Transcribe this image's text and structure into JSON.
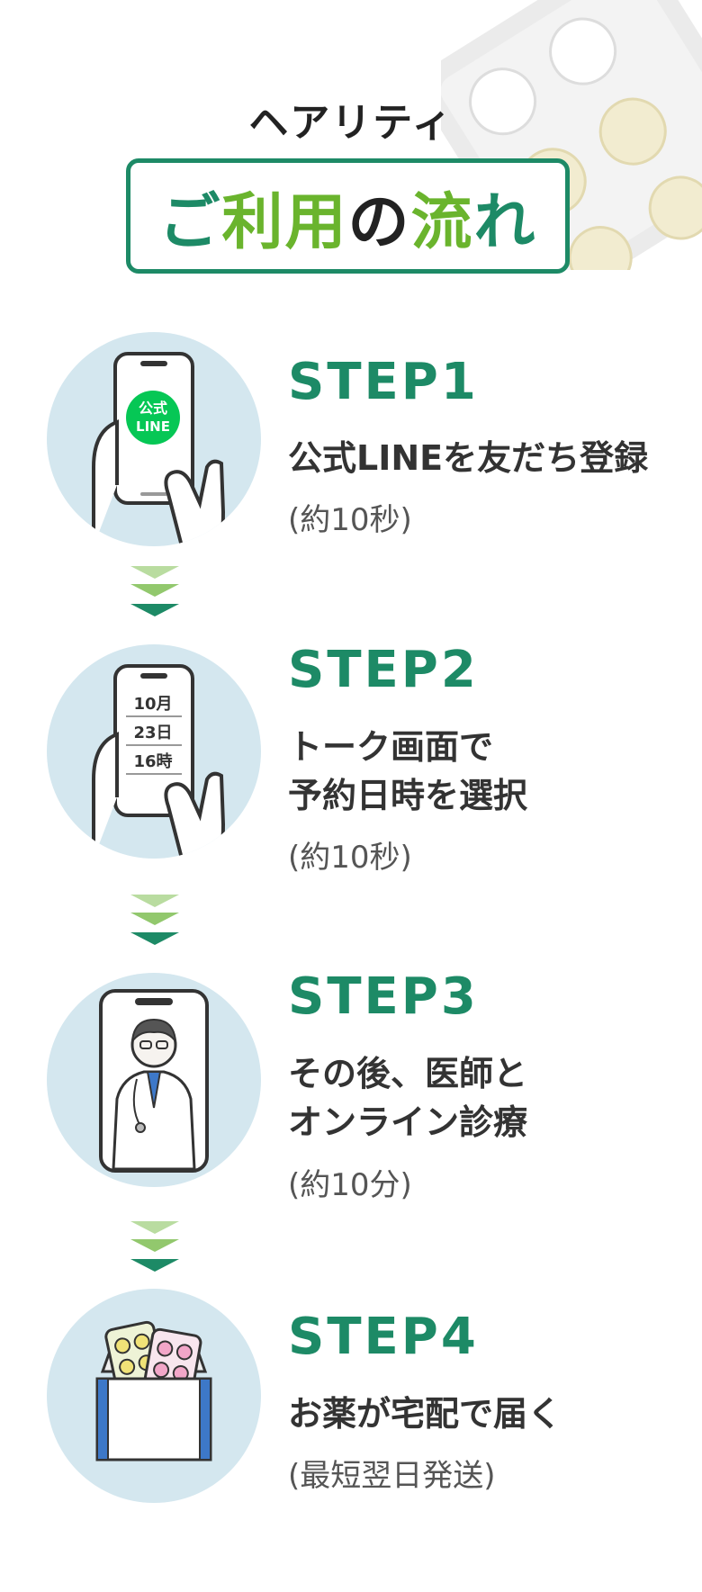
{
  "brand": "ヘアリティ",
  "title": {
    "parts": [
      {
        "text": "ご",
        "tone": "green"
      },
      {
        "text": "利用",
        "tone": "lime"
      },
      {
        "text": "の",
        "tone": "dark"
      },
      {
        "text": "流",
        "tone": "lime"
      },
      {
        "text": "れ",
        "tone": "green"
      }
    ]
  },
  "steps": [
    {
      "title": "STEP1",
      "desc_lines": [
        "公式LINEを友だち登録"
      ],
      "note": "(約10秒)",
      "icon": "phone-line-icon",
      "badge": [
        "公式",
        "LINE"
      ]
    },
    {
      "title": "STEP2",
      "desc_lines": [
        "トーク画面で",
        "予約日時を選択"
      ],
      "note": "(約10秒)",
      "icon": "phone-calendar-icon",
      "dates": [
        "10月",
        "23日",
        "16時"
      ]
    },
    {
      "title": "STEP3",
      "desc_lines": [
        "その後、医師と",
        "オンライン診療"
      ],
      "note": "(約10分)",
      "icon": "doctor-phone-icon"
    },
    {
      "title": "STEP4",
      "desc_lines": [
        "お薬が宅配で届く"
      ],
      "note": "(最短翌日発送)",
      "icon": "medicine-package-icon"
    }
  ],
  "colors": {
    "primary": "#1d8a66",
    "accent": "#6ab42d",
    "circle_bg": "#d4e7ef",
    "arrow_light": "#b9dca0",
    "arrow_mid": "#92c86d",
    "arrow_dark": "#1d8a66",
    "line_green": "#06c755"
  }
}
